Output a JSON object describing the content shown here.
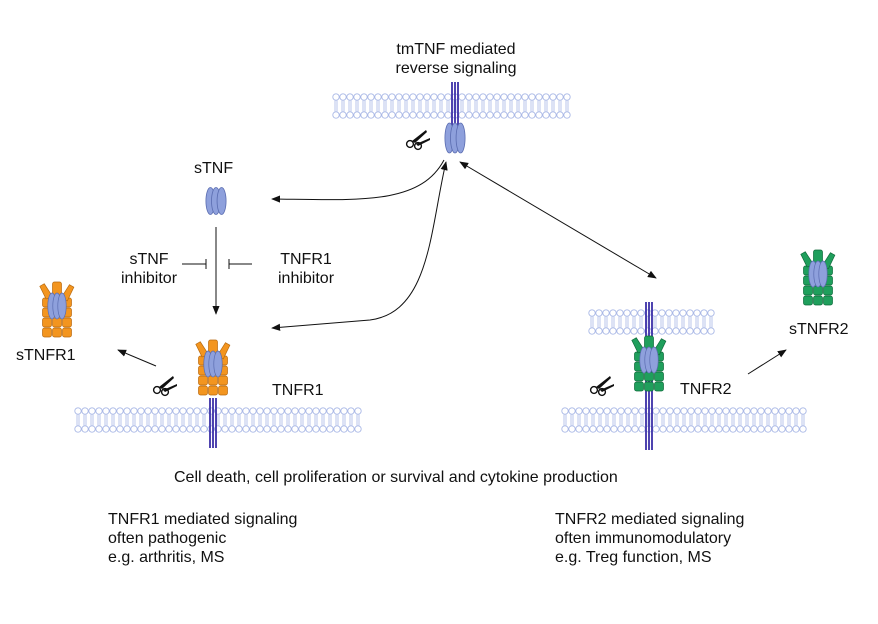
{
  "labels": {
    "tmtnf_line1": "tmTNF mediated",
    "tmtnf_line2": "reverse signaling",
    "stnf": "sTNF",
    "stnf_inhibitor_line1": "sTNF",
    "stnf_inhibitor_line2": "inhibitor",
    "tnfr1_inhibitor_line1": "TNFR1",
    "tnfr1_inhibitor_line2": "inhibitor",
    "stnfr1": "sTNFR1",
    "tnfr1": "TNFR1",
    "tnfr2": "TNFR2",
    "stnfr2": "sTNFR2",
    "cell_effects": "Cell death, cell proliferation or survival and cytokine production",
    "tnfr1_signaling_line1": "TNFR1 mediated signaling",
    "tnfr1_signaling_line2": "often pathogenic",
    "tnfr1_signaling_line3": "e.g. arthritis, MS",
    "tnfr2_signaling_line1": "TNFR2 mediated signaling",
    "tnfr2_signaling_line2": "often immunomodulatory",
    "tnfr2_signaling_line3": "e.g. Treg function, MS"
  },
  "colors": {
    "tnf_blue": "#8ea0dc",
    "tnf_blue_edge": "#5a6cb0",
    "membrane": "#a9b8e6",
    "helix": "#3b2fa8",
    "tnfr1_orange": "#f3951f",
    "tnfr1_edge": "#b86a10",
    "tnfr2_green": "#1f9f5c",
    "tnfr2_edge": "#0f6a3a",
    "line": "#111111"
  },
  "icons": [
    "scissors-icon",
    "membrane-bilayer",
    "trimer-icon",
    "receptor-icon"
  ]
}
